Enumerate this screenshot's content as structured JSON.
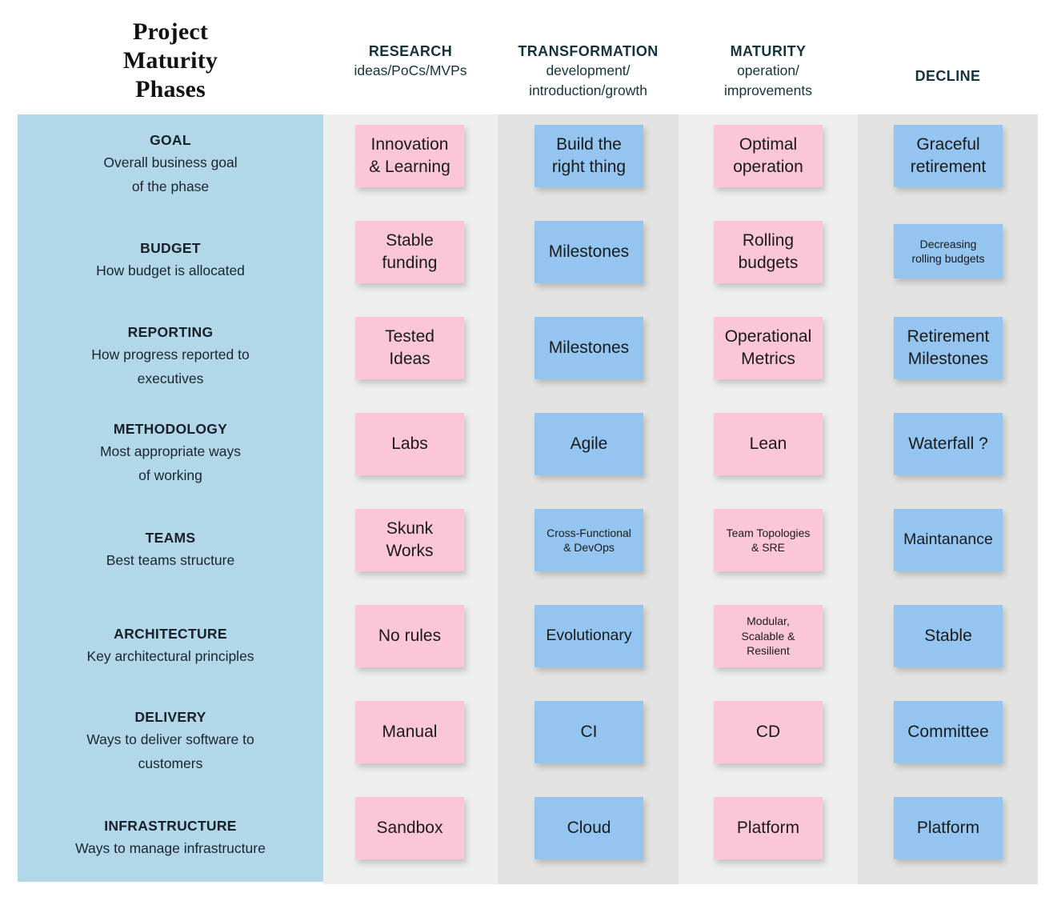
{
  "title": "Project\nMaturity\nPhases",
  "colors": {
    "sidebar_blue": "#b2d7e8",
    "stripe_light": "#eeeeee",
    "stripe_dark": "#e2e2e2",
    "card_pink": "#fbc7d8",
    "card_blue": "#93c5f0",
    "header_text": "#15333f"
  },
  "phases": [
    {
      "name": "RESEARCH",
      "sub": "ideas/PoCs/MVPs"
    },
    {
      "name": "TRANSFORMATION",
      "sub": "development/\nintroduction/growth"
    },
    {
      "name": "MATURITY",
      "sub": "operation/\nimprovements"
    },
    {
      "name": "DECLINE",
      "sub": ""
    }
  ],
  "rows": [
    {
      "title": "GOAL",
      "desc": "Overall business goal\nof the phase",
      "cards": [
        {
          "text": "Innovation\n& Learning",
          "color": "pink",
          "size": "lg",
          "height": "tall"
        },
        {
          "text": "Build the\nright thing",
          "color": "blue",
          "size": "lg",
          "height": "tall"
        },
        {
          "text": "Optimal\noperation",
          "color": "pink",
          "size": "lg",
          "height": "tall"
        },
        {
          "text": "Graceful\nretirement",
          "color": "blue",
          "size": "lg",
          "height": "tall"
        }
      ]
    },
    {
      "title": "BUDGET",
      "desc": "How budget is allocated",
      "cards": [
        {
          "text": "Stable\nfunding",
          "color": "pink",
          "size": "lg",
          "height": "tall"
        },
        {
          "text": "Milestones",
          "color": "blue",
          "size": "lg",
          "height": "tall"
        },
        {
          "text": "Rolling\nbudgets",
          "color": "pink",
          "size": "lg",
          "height": "tall"
        },
        {
          "text": "Decreasing\nrolling budgets",
          "color": "blue",
          "size": "sm",
          "height": "short"
        }
      ]
    },
    {
      "title": "REPORTING",
      "desc": "How progress reported to\nexecutives",
      "cards": [
        {
          "text": "Tested\nIdeas",
          "color": "pink",
          "size": "lg",
          "height": "tall"
        },
        {
          "text": "Milestones",
          "color": "blue",
          "size": "lg",
          "height": "tall"
        },
        {
          "text": "Operational\nMetrics",
          "color": "pink",
          "size": "lg",
          "height": "tall"
        },
        {
          "text": "Retirement\nMilestones",
          "color": "blue",
          "size": "lg",
          "height": "tall"
        }
      ]
    },
    {
      "title": "METHODOLOGY",
      "desc": "Most appropriate ways\nof working",
      "cards": [
        {
          "text": "Labs",
          "color": "pink",
          "size": "lg",
          "height": "tall"
        },
        {
          "text": "Agile",
          "color": "blue",
          "size": "lg",
          "height": "tall"
        },
        {
          "text": "Lean",
          "color": "pink",
          "size": "lg",
          "height": "tall"
        },
        {
          "text": "Waterfall ?",
          "color": "blue",
          "size": "lg",
          "height": "tall"
        }
      ]
    },
    {
      "title": "TEAMS",
      "desc": "Best teams structure",
      "cards": [
        {
          "text": "Skunk\nWorks",
          "color": "pink",
          "size": "lg",
          "height": "tall"
        },
        {
          "text": "Cross-Functional\n& DevOps",
          "color": "blue",
          "size": "sm",
          "height": "tall"
        },
        {
          "text": "Team Topologies\n& SRE",
          "color": "pink",
          "size": "sm",
          "height": "tall"
        },
        {
          "text": "Maintanance",
          "color": "blue",
          "size": "md",
          "height": "tall"
        }
      ]
    },
    {
      "title": "ARCHITECTURE",
      "desc": "Key architectural principles",
      "cards": [
        {
          "text": "No rules",
          "color": "pink",
          "size": "lg",
          "height": "tall"
        },
        {
          "text": "Evolutionary",
          "color": "blue",
          "size": "md",
          "height": "tall"
        },
        {
          "text": "Modular,\nScalable &\nResilient",
          "color": "pink",
          "size": "sm",
          "height": "tall"
        },
        {
          "text": "Stable",
          "color": "blue",
          "size": "lg",
          "height": "tall"
        }
      ]
    },
    {
      "title": "DELIVERY",
      "desc": "Ways to deliver software to\ncustomers",
      "cards": [
        {
          "text": "Manual",
          "color": "pink",
          "size": "lg",
          "height": "tall"
        },
        {
          "text": "CI",
          "color": "blue",
          "size": "lg",
          "height": "tall"
        },
        {
          "text": "CD",
          "color": "pink",
          "size": "lg",
          "height": "tall"
        },
        {
          "text": "Committee",
          "color": "blue",
          "size": "lg",
          "height": "tall"
        }
      ]
    },
    {
      "title": "INFRASTRUCTURE",
      "desc": "Ways to manage infrastructure",
      "cards": [
        {
          "text": "Sandbox",
          "color": "pink",
          "size": "lg",
          "height": "tall"
        },
        {
          "text": "Cloud",
          "color": "blue",
          "size": "lg",
          "height": "tall"
        },
        {
          "text": "Platform",
          "color": "pink",
          "size": "lg",
          "height": "tall"
        },
        {
          "text": "Platform",
          "color": "blue",
          "size": "lg",
          "height": "tall"
        }
      ]
    }
  ]
}
